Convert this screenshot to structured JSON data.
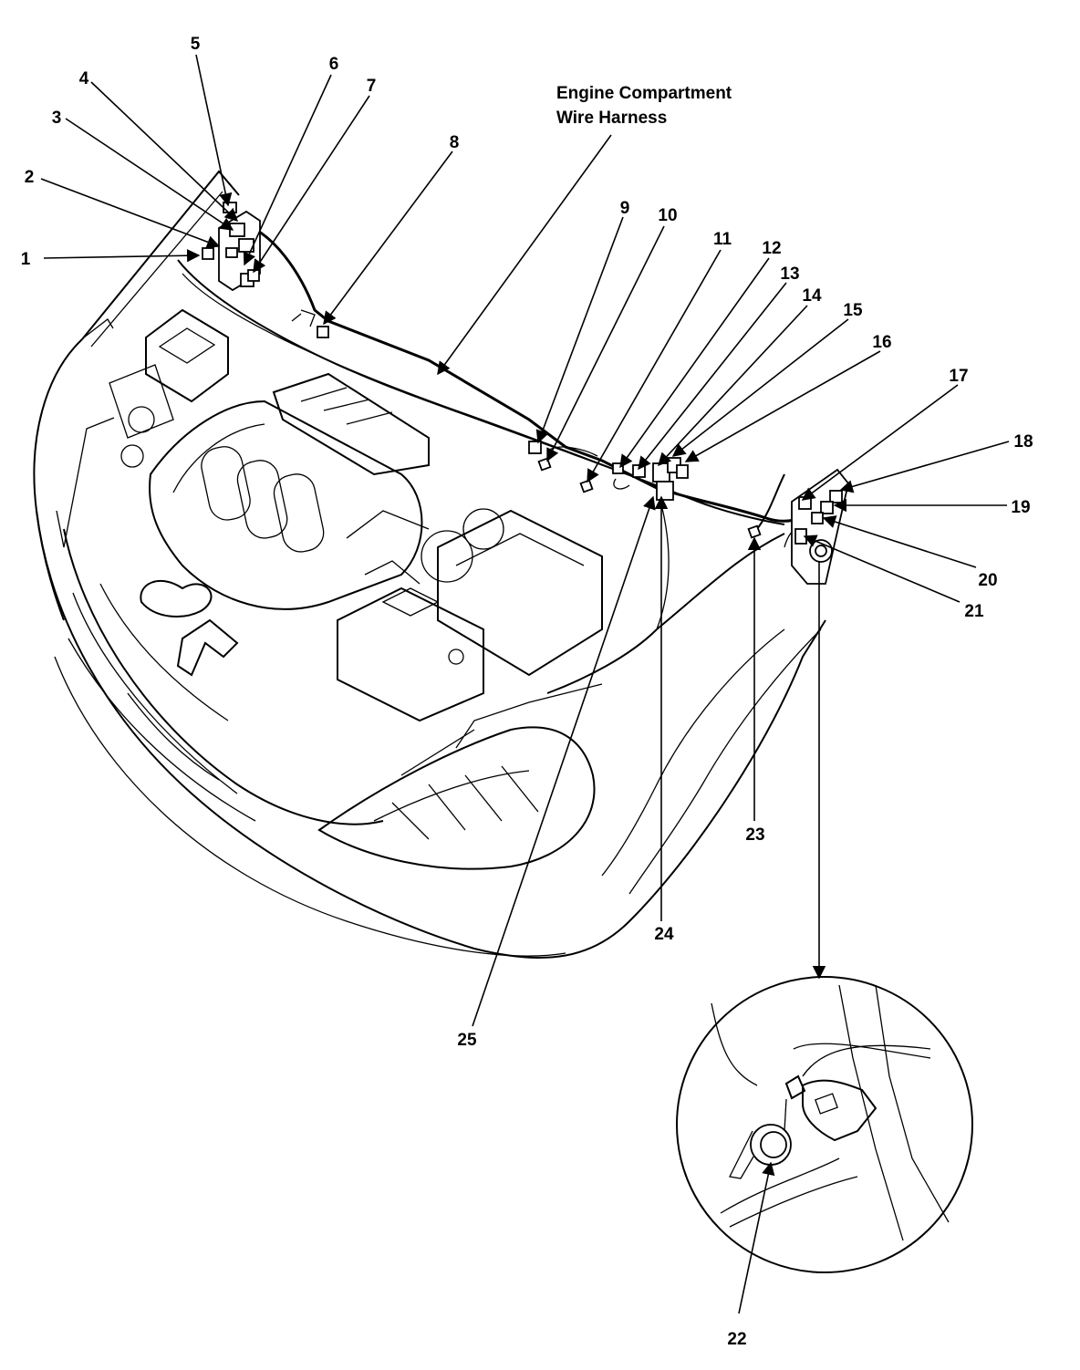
{
  "diagram": {
    "title_line1": "Engine Compartment",
    "title_line2": "Wire Harness",
    "callouts": [
      "1",
      "2",
      "3",
      "4",
      "5",
      "6",
      "7",
      "8",
      "9",
      "10",
      "11",
      "12",
      "13",
      "14",
      "15",
      "16",
      "17",
      "18",
      "19",
      "20",
      "21",
      "22",
      "23",
      "24",
      "25"
    ]
  }
}
